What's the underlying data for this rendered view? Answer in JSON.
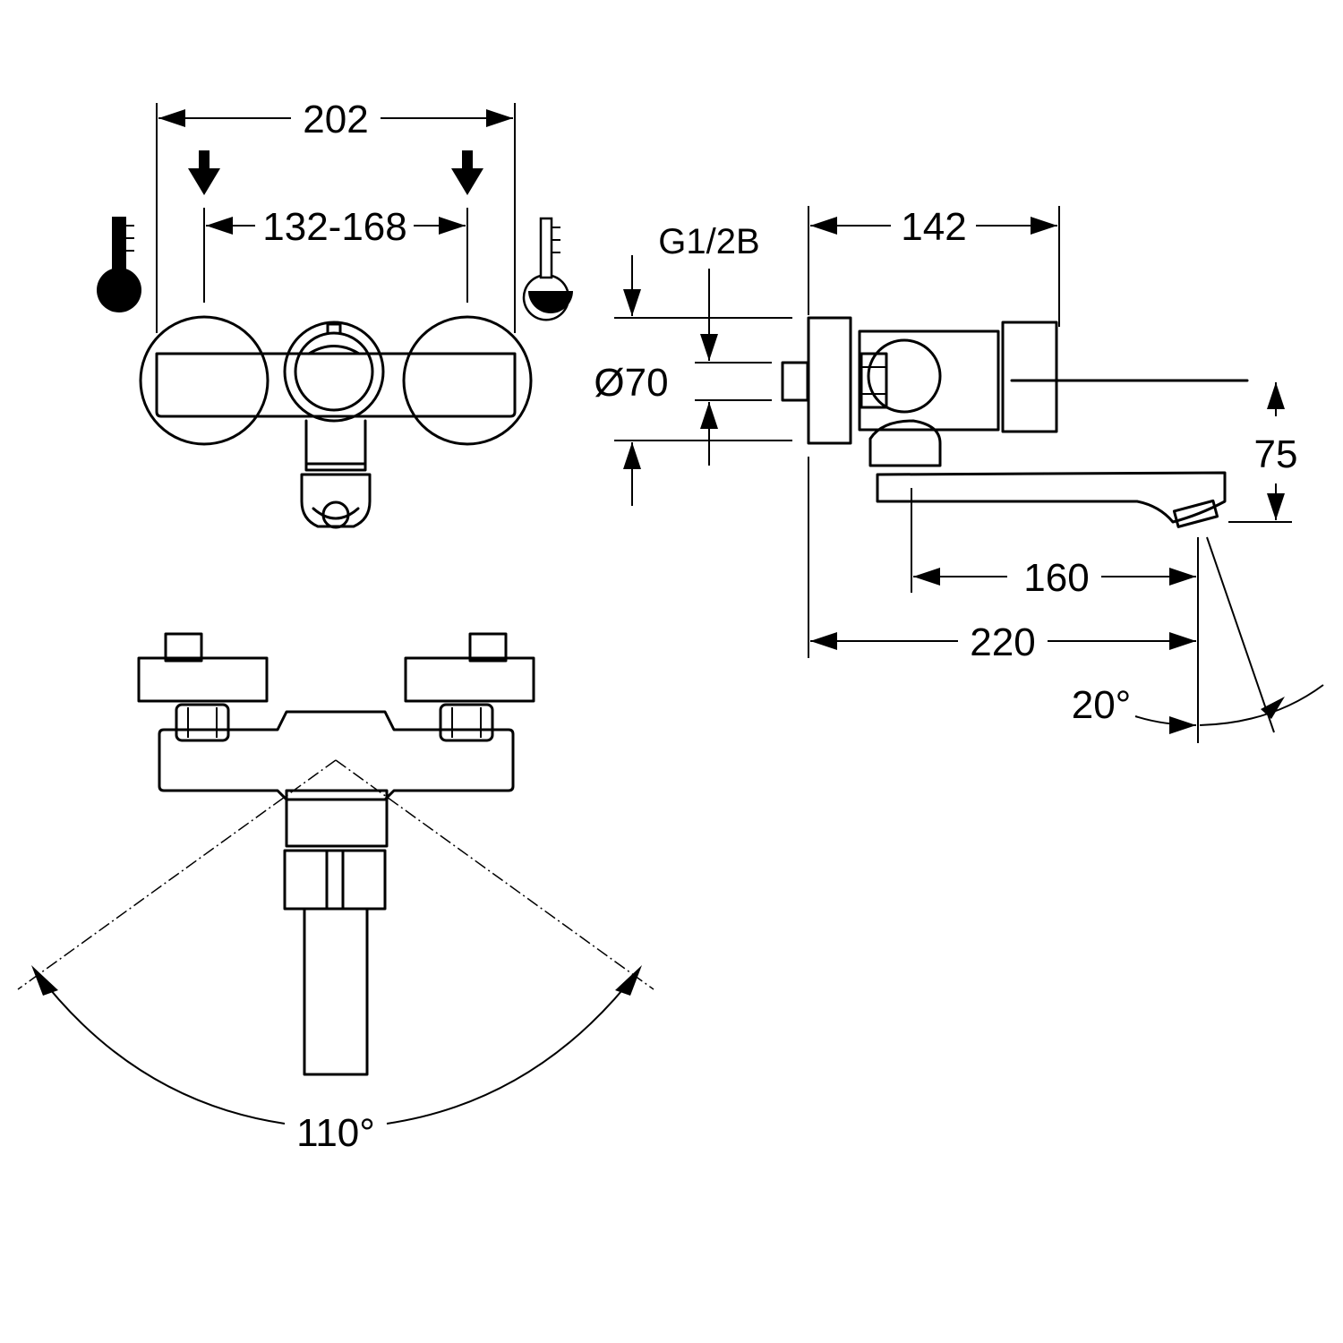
{
  "dimensions": {
    "overall_width": "202",
    "connection_centers": "132-168",
    "thread": "G1/2B",
    "flange_diameter": "Ø70",
    "depth": "142",
    "spout_height": "75",
    "spout_reach": "160",
    "total_projection": "220",
    "spout_angle": "20°",
    "swivel_angle": "110°"
  },
  "icons": {
    "cold_indicator": "thermometer-cold-icon",
    "hot_indicator": "thermometer-hot-icon",
    "inlet_arrow": "arrow-down-icon"
  }
}
